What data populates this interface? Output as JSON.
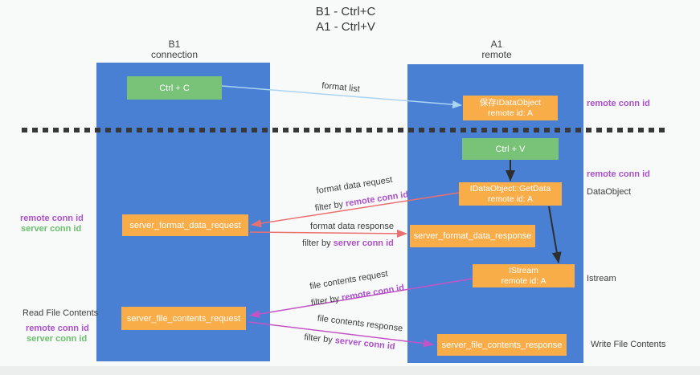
{
  "title": {
    "line1": "B1 - Ctrl+C",
    "line2": "A1 - Ctrl+V"
  },
  "lanes": {
    "left": {
      "title": "B1",
      "subtitle": "connection"
    },
    "right": {
      "title": "A1",
      "subtitle": "remote"
    }
  },
  "nodes": {
    "ctrl_c": {
      "label": "Ctrl + C"
    },
    "save_idataobject": {
      "line1": "保存IDataObject",
      "line2": "remote id: A"
    },
    "ctrl_v": {
      "label": "Ctrl + V"
    },
    "getdata": {
      "line1": "IDataObject::GetData",
      "line2": "remote id: A"
    },
    "server_format_data_request": {
      "label": "server_format_data_request"
    },
    "server_format_data_response": {
      "label": "server_format_data_response"
    },
    "istream": {
      "line1": "IStream",
      "line2": "remote id: A"
    },
    "server_file_contents_request": {
      "label": "server_file_contents_request"
    },
    "server_file_contents_response": {
      "label": "server_file_contents_response"
    }
  },
  "edge_labels": {
    "format_list": "format list",
    "format_data_request": {
      "text": "format data request",
      "filter_prefix": "filter by ",
      "filter_key": "remote conn id"
    },
    "format_data_response": {
      "text": "format data response",
      "filter_prefix": "filter by ",
      "filter_key": "server conn id"
    },
    "file_contents_request": {
      "text": "file contents request",
      "filter_prefix": "filter by ",
      "filter_key": "remote conn id"
    },
    "file_contents_response": {
      "text": "file contents response",
      "filter_prefix": "filter by ",
      "filter_key": "server conn id"
    }
  },
  "side_labels": {
    "right_remote_conn_id_top": "remote conn id",
    "right_remote_conn_id_mid": "remote conn id",
    "right_dataobject": "DataObject",
    "right_istream": "Istream",
    "right_write_file_contents": "Write File Contents",
    "left_remote_conn_id_mid": "remote conn id",
    "left_server_conn_id_mid": "server conn id",
    "left_read_file_contents": "Read File Contents",
    "left_remote_conn_id_bottom": "remote conn id",
    "left_server_conn_id_bottom": "server conn id"
  },
  "colors": {
    "lane_blue": "#4a80d4",
    "node_green": "#79c378",
    "node_orange": "#f8ad49",
    "arrow_lightblue": "#a9d4f2",
    "arrow_red": "#ea7070",
    "arrow_magenta": "#c454c6",
    "arrow_black": "#2e2e2e",
    "conn_id_purple": "#ab51c9",
    "conn_id_green": "#6abf6c"
  }
}
